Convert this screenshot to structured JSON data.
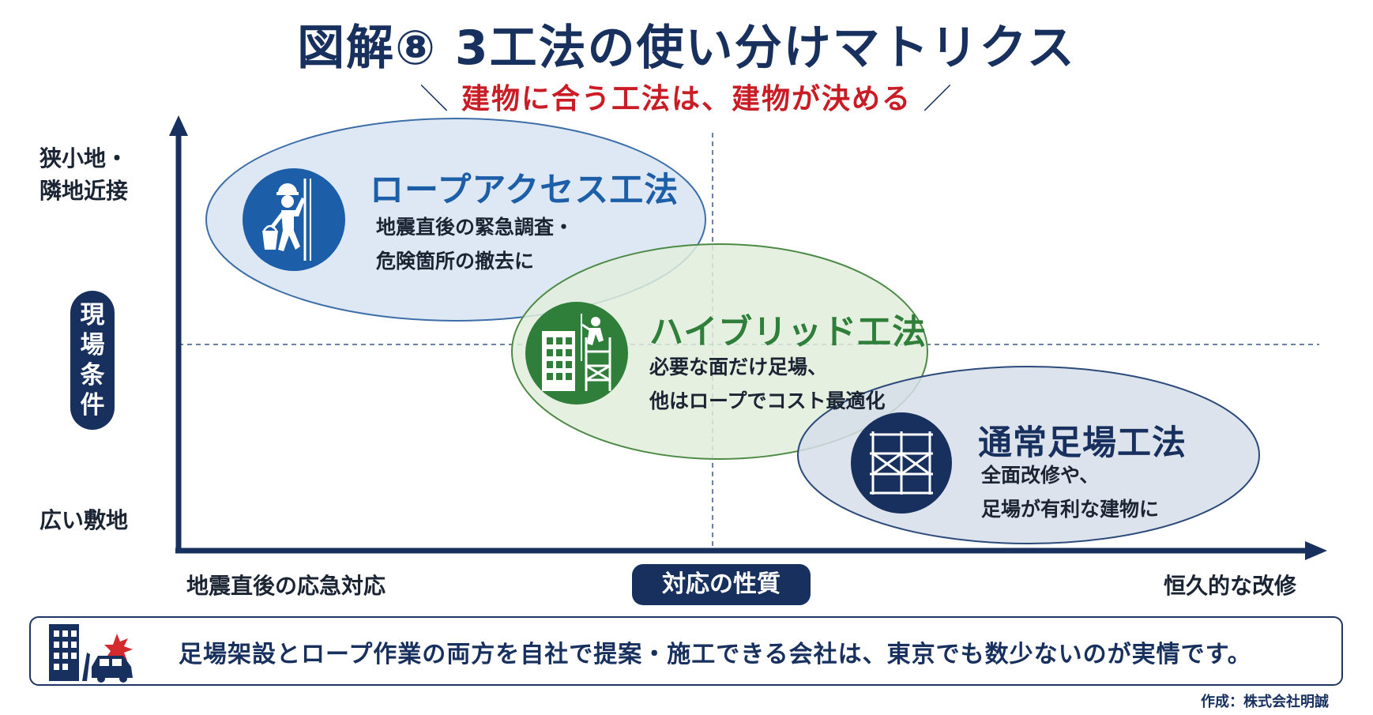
{
  "title": "図解⑧ 3工法の使い分けマトリクス",
  "subtitle": {
    "left_mark": "＼",
    "text": "建物に合う工法は、建物が決める",
    "right_mark": "／"
  },
  "y_axis": {
    "top_label_line1": "狭小地・",
    "top_label_line2": "隣地近接",
    "bottom_label": "広い敷地",
    "title": "現場条件"
  },
  "x_axis": {
    "left_label": "地震直後の応急対応",
    "title": "対応の性質",
    "right_label": "恒久的な改修"
  },
  "methods": [
    {
      "name": "ロープアクセス工法",
      "desc_line1": "地震直後の緊急調査・",
      "desc_line2": "危険箇所の撤去に",
      "icon": "rope-worker-icon",
      "color": "#1c5ea8"
    },
    {
      "name": "ハイブリッド工法",
      "desc_line1": "必要な面だけ足場、",
      "desc_line2": "他はロープでコスト最適化",
      "icon": "building-scaffold-climber-icon",
      "color": "#2f7e3a"
    },
    {
      "name": "通常足場工法",
      "desc_line1": "全面改修や、",
      "desc_line2": "足場が有利な建物に",
      "icon": "scaffold-icon",
      "color": "#17305e"
    }
  ],
  "footer": {
    "text": "足場架設とロープ作業の両方を自社で提案・施工できる会社は、東京でも数少ないのが実情です。",
    "icon": "building-car-accident-icon"
  },
  "credit": "作成：株式会社明誠",
  "colors": {
    "navy": "#17305e",
    "red": "#c91c25",
    "blue_ellipse": "#dbe6f3",
    "green_ellipse": "#e1eddc",
    "navy_ellipse": "#d7dee9"
  }
}
